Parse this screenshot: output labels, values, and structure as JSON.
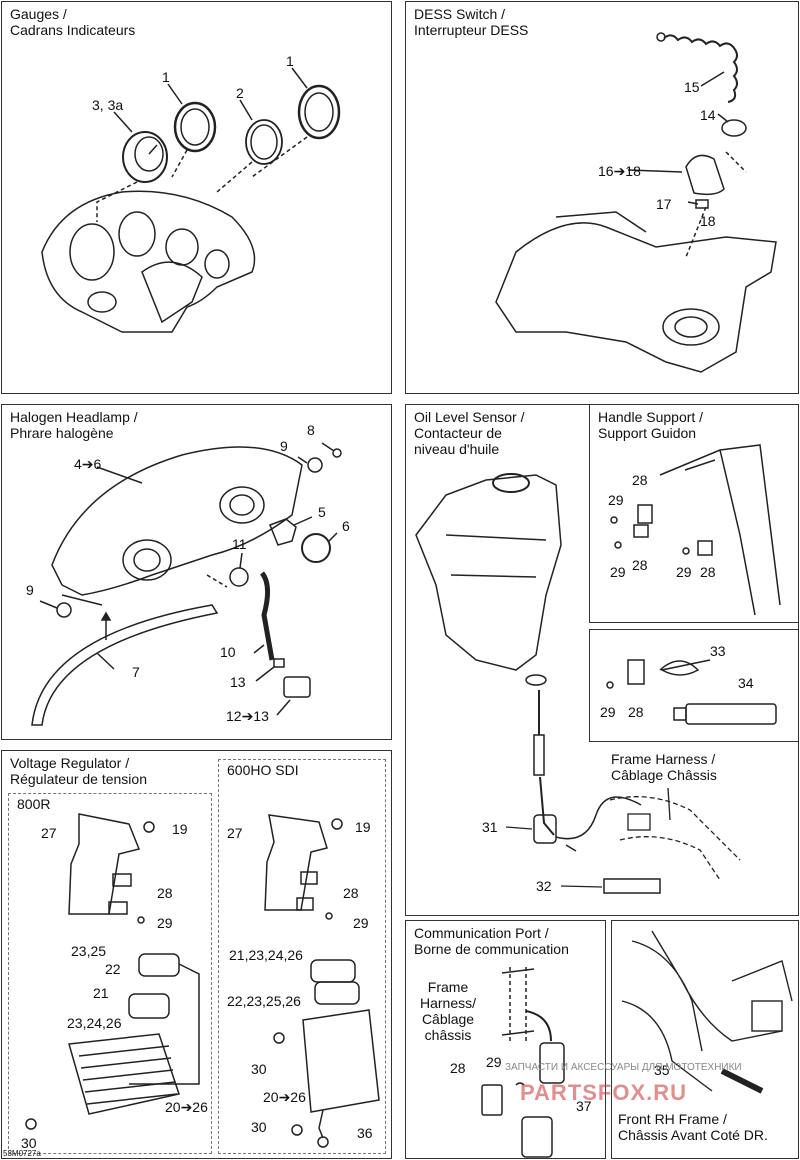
{
  "diagram_code": "53M0727a",
  "watermark": {
    "site_text": "ЗАПЧАСТИ И АКСЕССУАРЫ ДЛЯ МОТОТЕХНИКИ",
    "logo_text": "PARTSFOX.RU"
  },
  "panels": {
    "gauges": {
      "title": "Gauges /\nCadrans Indicateurs",
      "callouts": [
        "1",
        "1",
        "2",
        "3, 3a"
      ]
    },
    "dess": {
      "title": "DESS Switch /\nInterrupteur DESS",
      "callouts": [
        "15",
        "14",
        "16➔18",
        "17",
        "18"
      ]
    },
    "headlamp": {
      "title": "Halogen Headlamp /\nPhrare halogène",
      "callouts": [
        "8",
        "9",
        "4➔6",
        "5",
        "6",
        "11",
        "9",
        "7",
        "10",
        "13",
        "12➔13"
      ]
    },
    "oil": {
      "title": "Oil Level Sensor /\nContacteur de\nniveau d'huile",
      "callouts": [
        "31",
        "32"
      ]
    },
    "handle": {
      "title": "Handle Support /\nSupport Guidon",
      "callouts": [
        "28",
        "29",
        "28",
        "29",
        "29",
        "28"
      ]
    },
    "accessories": {
      "callouts": [
        "33",
        "34",
        "29",
        "28"
      ]
    },
    "frame_harness": {
      "title": "Frame Harness /\nCâblage Châssis"
    },
    "voltage": {
      "title": "Voltage Regulator /\nRégulateur de tension",
      "sub_800r": {
        "title": "800R",
        "callouts": [
          "27",
          "19",
          "28",
          "29",
          "23,25",
          "22",
          "21",
          "23,24,26",
          "30",
          "20➔26"
        ]
      },
      "sub_600ho": {
        "title": "600HO SDI",
        "callouts": [
          "27",
          "19",
          "28",
          "29",
          "21,23,24,26",
          "22,23,25,26",
          "30",
          "20➔26",
          "30",
          "36"
        ]
      }
    },
    "comm": {
      "title": "Communication Port /\nBorne de communication",
      "side_label": "Frame\nHarness/\nCâblage\nchâssis",
      "callouts": [
        "28",
        "29",
        "37"
      ]
    },
    "front_frame": {
      "title": "Front RH Frame  /\nChâssis Avant Coté DR.",
      "callouts": [
        "35"
      ]
    }
  }
}
